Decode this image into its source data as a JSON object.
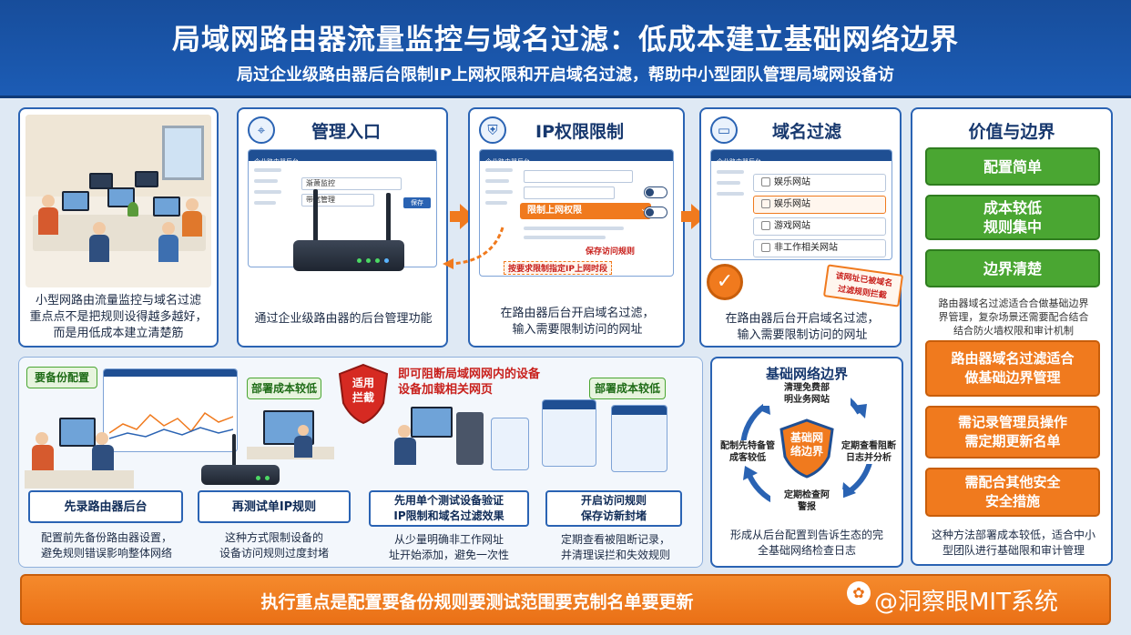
{
  "header": {
    "title": "局域网路由器流量监控与域名过滤：低成本建立基础网络边界",
    "subtitle": "局过企业级路由器后台限制IP上网权限和开启域名过滤，帮助中小型团队管理局域网设备访"
  },
  "panel_intro": {
    "caption": "小型网路由流量监控与域名过滤\n重点点不是把规则设得越多越好，\n而是用低成本建立清楚筋"
  },
  "panel_admin": {
    "title": "管理入口",
    "screen_header": "企业路由器后台",
    "fields": [
      "渐萧监控",
      "带宽管理"
    ],
    "button": "保存",
    "caption": "通过企业级路由器的后台管理功能"
  },
  "panel_ip": {
    "title": "IP权限限制",
    "screen_header": "企业路由器后台",
    "dropdown_label": "限制上网权限",
    "note_top": "保存访问规则",
    "note_bottom": "按要求限制指定IP上网时段",
    "caption": "在路由器后台开启域名过滤，\n输入需要限制访问的网址"
  },
  "panel_domain": {
    "title": "域名过滤",
    "screen_header": "企业路由器后台",
    "items": [
      "娱乐网站",
      "娱乐网站",
      "游戏网站",
      "非工作相关网站"
    ],
    "badge": "该网址已被域名\n过滤规则拦截",
    "caption": "在路由器后台开启域名过滤，\n输入需要限制访问的网址"
  },
  "panel_value": {
    "title": "价值与边界",
    "green_buttons": [
      "配置简单",
      "成本较低\n规则集中",
      "边界清楚"
    ],
    "note": "路由器域名过滤适合合做基础边界\n界管理，复杂场景还需要配合结合\n结合防火墙权限和审计机制",
    "orange_buttons": [
      "路由器域名过滤适合\n做基础边界管理",
      "需记录管理员操作\n需定期更新名单",
      "需配合其他安全\n安全措施"
    ],
    "footer_note": "这种方法部署成本较低，适合中小\n型团队进行基础限和审计管理"
  },
  "steps": {
    "tag_backup": "要备份配置",
    "tag_cost_left": "部署成本较低",
    "shield_text": "适用\n拦截",
    "alert_text": "即可阻断局域网网内的设备\n设备加载相关网页",
    "tag_cost_right": "部署成本较低",
    "items": [
      {
        "label": "先录路由器后台",
        "caption": "配置前先备份路由器设置，\n避免规则错误影响整体网络"
      },
      {
        "label": "再测试单IP规则",
        "caption": "这种方式限制设备的\n设备访问规则过度封堵"
      },
      {
        "label": "先用单个测试设备验证\nIP限制和域名过滤效果",
        "caption": "从少量明确非工作网址\n址开始添加，避免一次性"
      },
      {
        "label": "开启访问规则\n保存访新封堵",
        "caption": "定期查看被阻断记录，\n并清理误拦和失效规则"
      }
    ]
  },
  "boundary": {
    "title": "基础网络边界",
    "shield_text": "基础网\n络边界",
    "node_top": "清理免费部\n明业务网站",
    "node_left": "配制先特备管\n成客较低",
    "node_right": "定期查看阻断\n日志并分析",
    "node_bottom": "定期检查阿\n警报",
    "caption": "形成从后台配置到告诉生态的完\n全基础网络检查日志"
  },
  "footer": {
    "text": "执行重点是配置要备份规则要测试范围要克制名单要更新",
    "watermark": "@洞察眼MIT系统"
  },
  "colors": {
    "brand_blue": "#1c5cb5",
    "accent_orange": "#f07a1e",
    "accent_green": "#4aa632",
    "alert_red": "#c8201c"
  }
}
